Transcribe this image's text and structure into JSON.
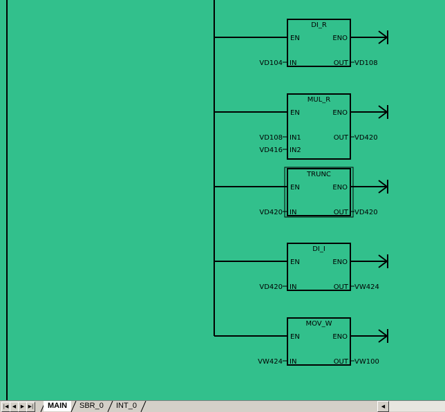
{
  "blocks": [
    {
      "name": "DI_R",
      "inputs": [
        {
          "pin": "IN",
          "operand": "VD104"
        }
      ],
      "output": {
        "pin": "OUT",
        "operand": "VD108"
      },
      "en": "EN",
      "eno": "ENO",
      "double_border": false
    },
    {
      "name": "MUL_R",
      "inputs": [
        {
          "pin": "IN1",
          "operand": "VD108"
        },
        {
          "pin": "IN2",
          "operand": "VD416"
        }
      ],
      "output": {
        "pin": "OUT",
        "operand": "VD420"
      },
      "en": "EN",
      "eno": "ENO",
      "double_border": false
    },
    {
      "name": "TRUNC",
      "inputs": [
        {
          "pin": "IN",
          "operand": "VD420"
        }
      ],
      "output": {
        "pin": "OUT",
        "operand": "VD420"
      },
      "en": "EN",
      "eno": "ENO",
      "double_border": true
    },
    {
      "name": "DI_I",
      "inputs": [
        {
          "pin": "IN",
          "operand": "VD420"
        }
      ],
      "output": {
        "pin": "OUT",
        "operand": "VW424"
      },
      "en": "EN",
      "eno": "ENO",
      "double_border": false
    },
    {
      "name": "MOV_W",
      "inputs": [
        {
          "pin": "IN",
          "operand": "VW424"
        }
      ],
      "output": {
        "pin": "OUT",
        "operand": "VW100"
      },
      "en": "EN",
      "eno": "ENO",
      "double_border": false
    }
  ],
  "tabs": [
    {
      "label": "MAIN",
      "active": true
    },
    {
      "label": "SBR_0",
      "active": false
    },
    {
      "label": "INT_0",
      "active": false
    }
  ],
  "nav": {
    "first": "|◀",
    "prev": "◀",
    "next": "▶",
    "last": "▶|"
  },
  "hscroll": {
    "left_arrow": "◀"
  },
  "colors": {
    "background": "#32c08c",
    "lines": "#000000"
  }
}
